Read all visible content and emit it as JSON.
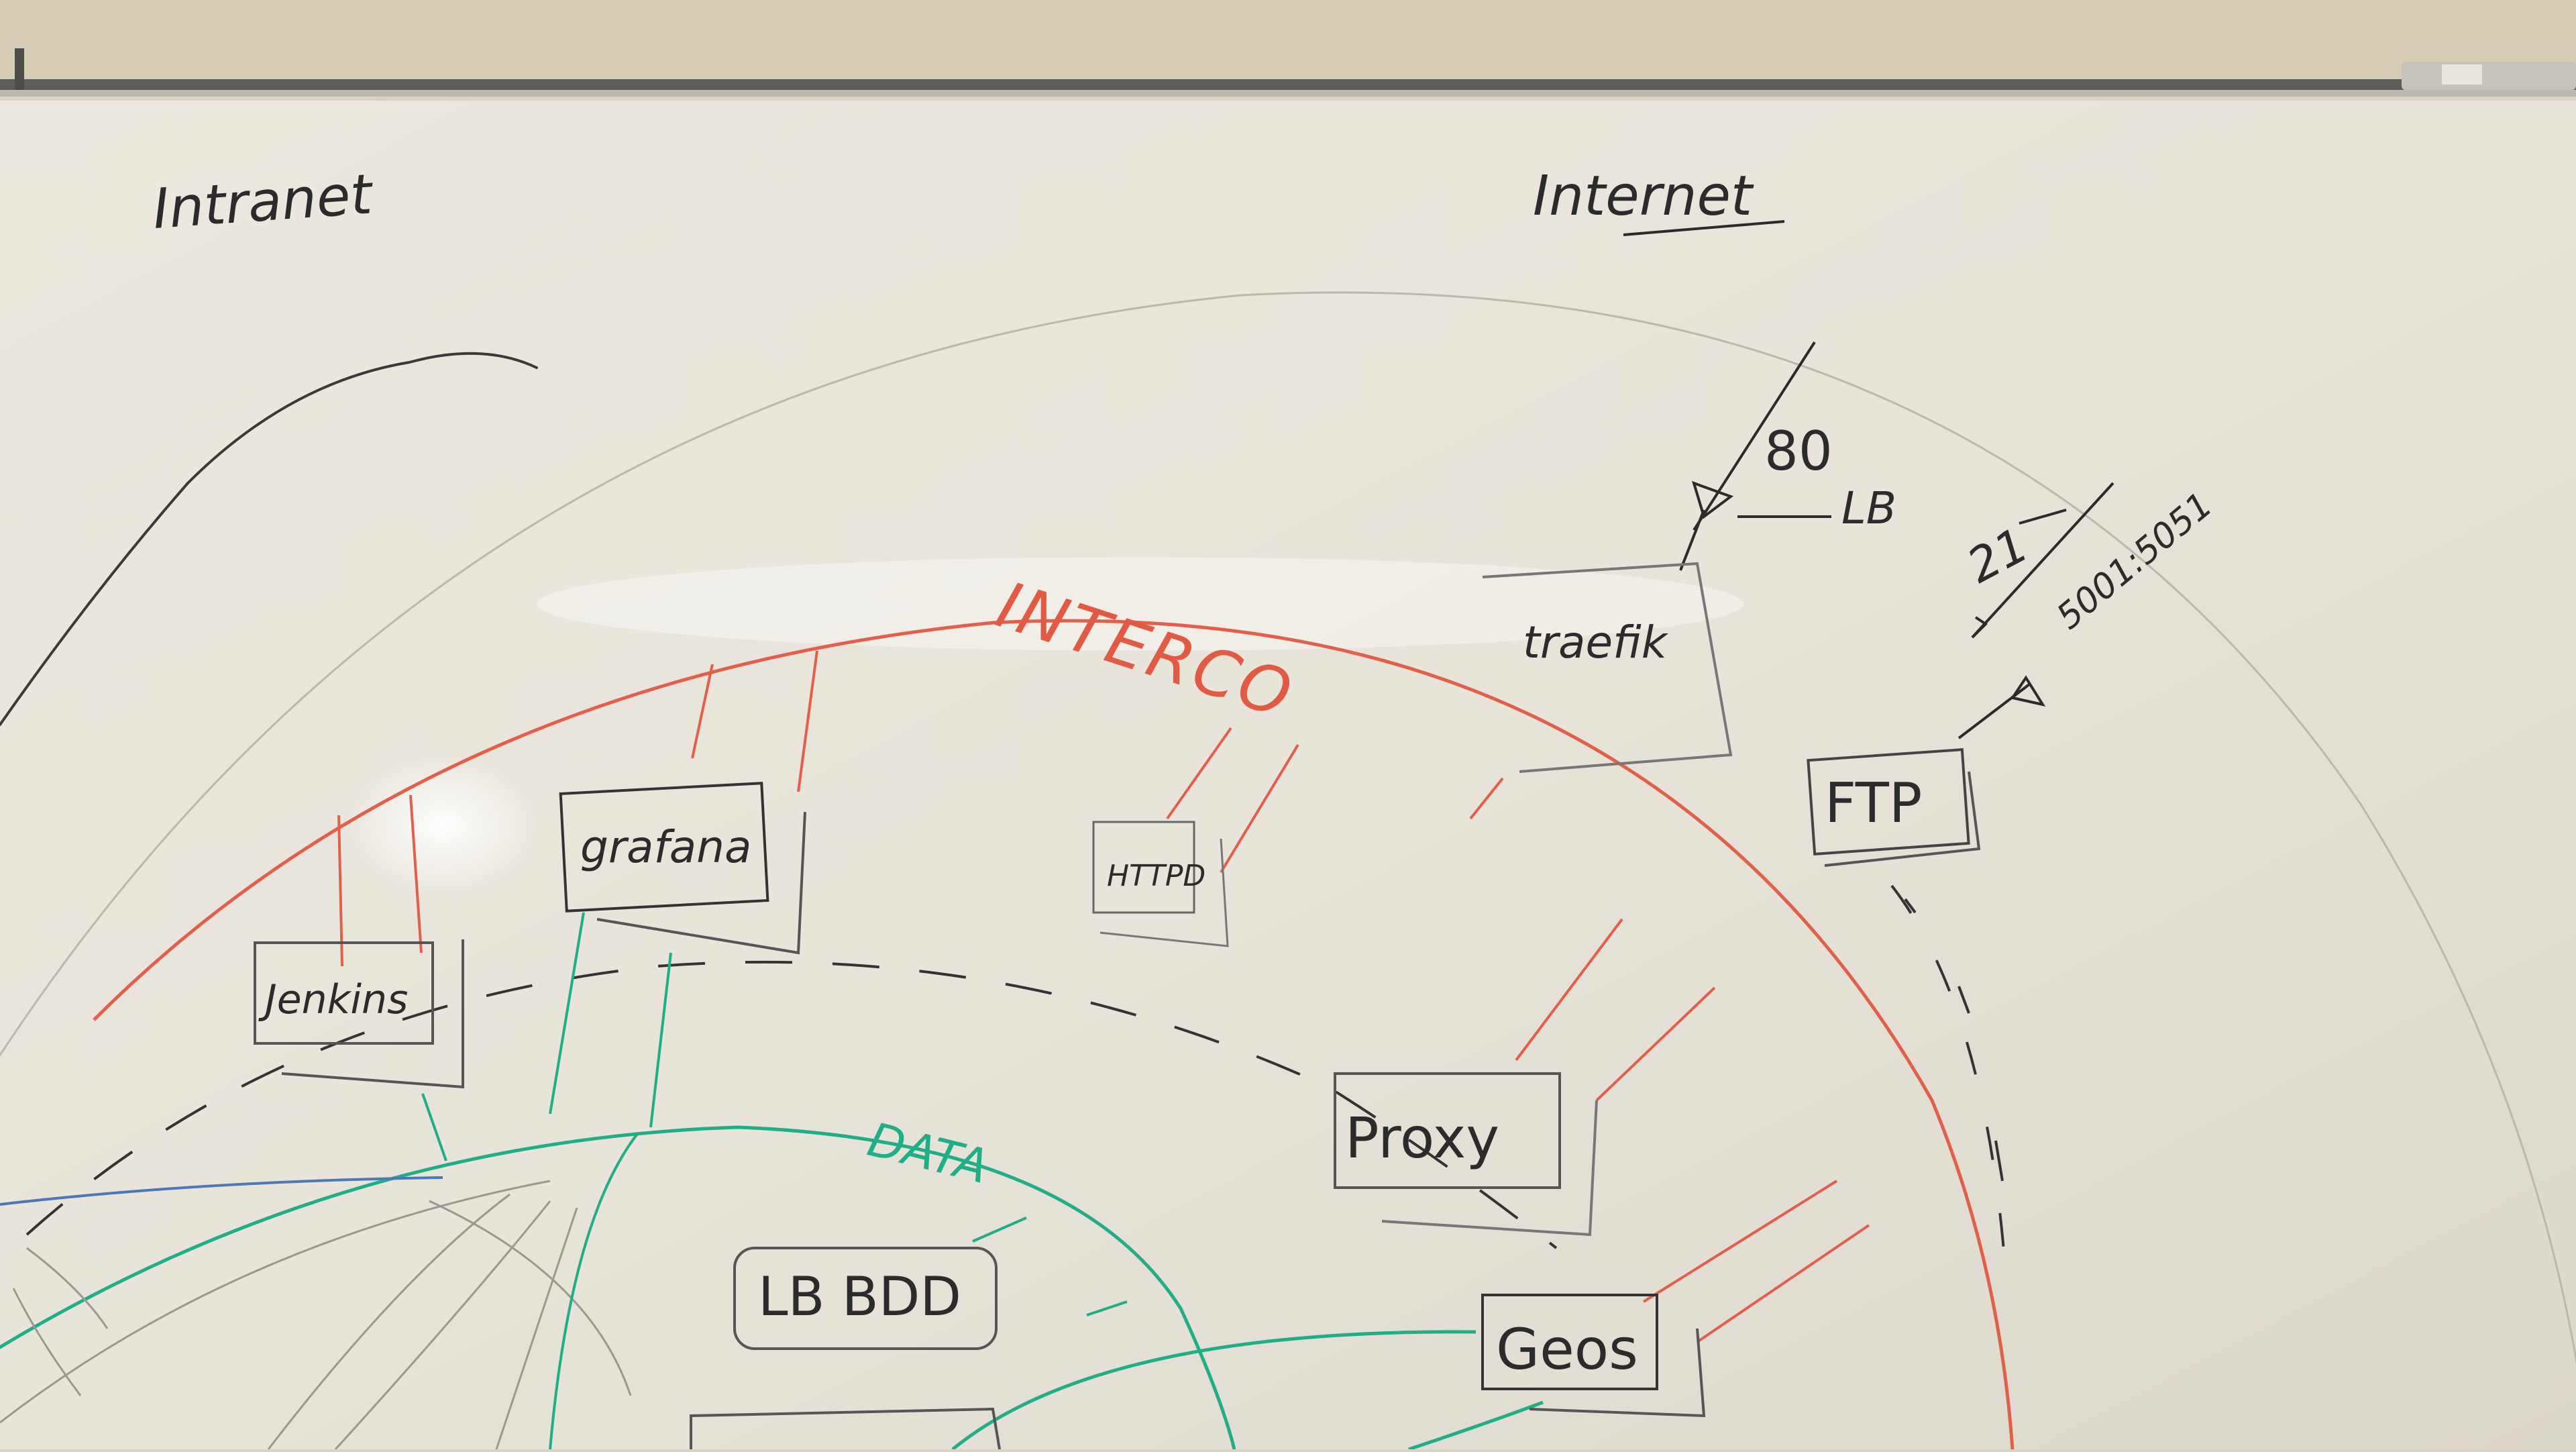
{
  "zones": {
    "left": "Intranet",
    "right": "Internet"
  },
  "networks": {
    "interco": "INTERCO",
    "data": "DATA"
  },
  "nodes": {
    "grafana": "grafana",
    "jenkins": "Jenkins",
    "httpd": "HTTPD",
    "traefik": "traefik",
    "ftp": "FTP",
    "proxy": "Proxy",
    "lb_bdd": "LB BDD",
    "geos": "Geos"
  },
  "connections": {
    "port_80": "80",
    "lb": "LB",
    "port_21": "21",
    "port_range": "5001:5051"
  },
  "colors": {
    "board": "#e9e5dc",
    "marker_black": "#2a2a2a",
    "interco_red": "#e2604a",
    "data_green": "#1fae86",
    "blue": "#4a78b8",
    "grey_circle": "#b9b3aa"
  }
}
